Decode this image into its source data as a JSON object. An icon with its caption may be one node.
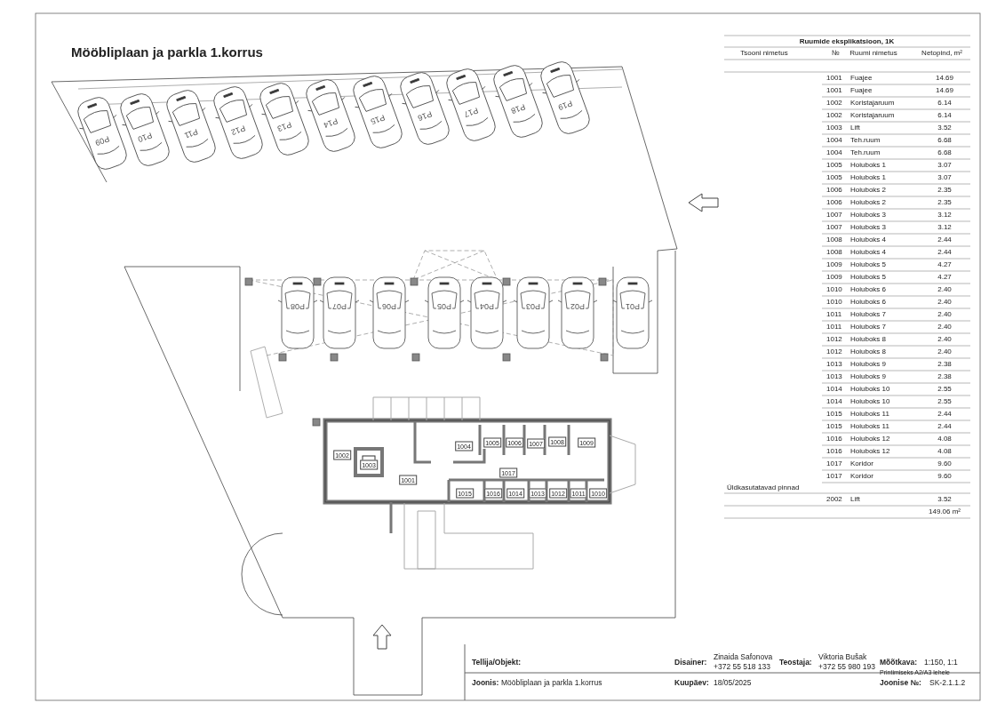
{
  "diagram": {
    "title": "Mööbliplaan ja parkla 1.korrus",
    "labels": [
      "P09",
      "P10",
      "P11",
      "P12",
      "P13",
      "P14",
      "P15",
      "P16",
      "P17",
      "P18",
      "P19",
      "P08",
      "P07",
      "P06",
      "P05",
      "P04",
      "P03",
      "P02",
      "P01",
      "1002",
      "1004",
      "1005",
      "1006",
      "1007",
      "1008",
      "1009",
      "1003",
      "1017",
      "1001",
      "1015",
      "1016",
      "1014",
      "1013",
      "1012",
      "1011",
      "1010",
      "Ruumide eksplikatsioon, 1K",
      "Tsooni nimetus",
      "№",
      "Ruumi nimetus",
      "Netopind, m²",
      "1001",
      "Fuajee",
      "14.69",
      "1001",
      "Fuajee",
      "14.69",
      "1002",
      "Koristajaruum",
      "6.14",
      "1002",
      "Koristajaruum",
      "6.14",
      "1003",
      "Lift",
      "3.52",
      "1004",
      "Teh.ruum",
      "6.68",
      "1004",
      "Teh.ruum",
      "6.68",
      "1005",
      "Hoiuboks 1",
      "3.07",
      "1005",
      "Hoiuboks 1",
      "3.07",
      "1006",
      "Hoiuboks 2",
      "2.35",
      "1006",
      "Hoiuboks 2",
      "2.35",
      "1007",
      "Hoiuboks 3",
      "3.12",
      "1007",
      "Hoiuboks 3",
      "3.12",
      "1008",
      "Hoiuboks 4",
      "2.44",
      "1008",
      "Hoiuboks 4",
      "2.44",
      "1009",
      "Hoiuboks 5",
      "4.27",
      "1009",
      "Hoiuboks 5",
      "4.27",
      "1010",
      "Hoiuboks 6",
      "2.40",
      "1010",
      "Hoiuboks 6",
      "2.40",
      "1011",
      "Hoiuboks 7",
      "2.40",
      "1011",
      "Hoiuboks 7",
      "2.40",
      "1012",
      "Hoiuboks 8",
      "2.40",
      "1012",
      "Hoiuboks 8",
      "2.40",
      "1013",
      "Hoiuboks 9",
      "2.38",
      "1013",
      "Hoiuboks 9",
      "2.38",
      "1014",
      "Hoiuboks 10",
      "2.55",
      "1014",
      "Hoiuboks 10",
      "2.55",
      "1015",
      "Hoiuboks 11",
      "2.44",
      "1015",
      "Hoiuboks 11",
      "2.44",
      "1016",
      "Hoiuboks 12",
      "4.08",
      "1016",
      "Hoiuboks 12",
      "4.08",
      "1017",
      "Koridor",
      "9.60",
      "1017",
      "Koridor",
      "9.60",
      "Üldkasutatavad pinnad",
      "2002",
      "Lift",
      "3.52",
      "149.06 m²",
      "Tellija/Objekt:",
      "Disainer:",
      "Zinaida Safonova",
      "+372 55 518 133",
      "Teostaja:",
      "Viktoria Bušak",
      "+372 55 980 193",
      "Mõõtkava:",
      "1:150, 1:1",
      "Printimiseks A2/A3 lehele",
      "Joonis:",
      "Mööbliplaan ja parkla 1.korrus",
      "Kuupäev:",
      "18/05/2025",
      "Joonise №:",
      "SK-2.1.1.2"
    ]
  }
}
